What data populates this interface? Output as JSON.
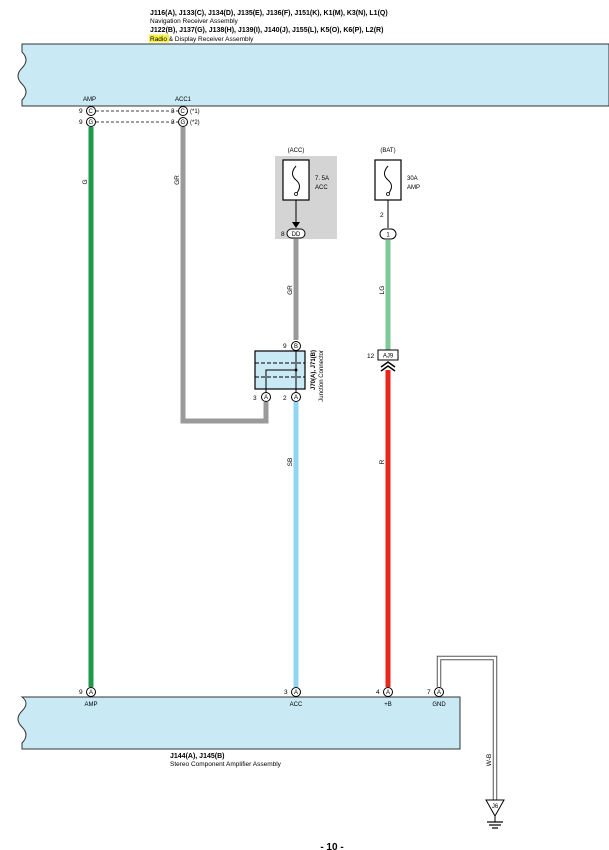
{
  "header": {
    "line1": "J116(A), J133(C), J134(D), J135(E), J136(F), J151(K), K1(M), K3(N), L1(Q)",
    "line2": "Navigation Receiver Assembly",
    "line3": "J122(B), J137(G), J138(H), J139(I), J140(J), J155(L), K5(O), K6(P), L2(R)",
    "line4_highlight": "Radio",
    "line4_rest": " & Display Receiver Assembly"
  },
  "top_assembly": {
    "pin_names": {
      "amp": "AMP",
      "acc1": "ACC1"
    },
    "left_pins": [
      {
        "num": "9",
        "connector": "C"
      },
      {
        "num": "9",
        "connector": "G"
      }
    ],
    "right_pins": [
      {
        "num": "3",
        "connector": "C",
        "note": "(*1)"
      },
      {
        "num": "3",
        "connector": "G",
        "note": "(*2)"
      }
    ]
  },
  "wires": {
    "amp": {
      "label": "G",
      "color": "#1b9a4a"
    },
    "acc1": {
      "label": "GR",
      "color": "#9a9a9a"
    },
    "acc_fuse_out": {
      "label": "GR",
      "color": "#9a9a9a"
    },
    "acc_out": {
      "label": "SB",
      "color": "#8fd6f5"
    },
    "bat_fuse_out": {
      "label": "LG",
      "color": "#7fc999"
    },
    "bat_out": {
      "label": "R",
      "color": "#e8261c"
    },
    "ground": {
      "label": "W-B",
      "color": "#ffffff"
    }
  },
  "fuse_acc": {
    "source": "(ACC)",
    "rating": "7. 5A",
    "name": "ACC",
    "pin_num": "8",
    "connector": "DD",
    "bg_color": "#d4d4d4"
  },
  "fuse_bat": {
    "source": "(BAT)",
    "rating": "30A",
    "name": "AMP",
    "pin_num": "2",
    "connector": "1"
  },
  "junction": {
    "title_line1": "J70(A), J71(B)",
    "title_line2": "Junction Connector",
    "top_pin": {
      "num": "9",
      "connector": "B"
    },
    "bottom_left_pin": {
      "num": "3",
      "connector": "A"
    },
    "bottom_right_pin": {
      "num": "2",
      "connector": "A"
    },
    "bg_color": "#c9e9f5"
  },
  "inline_connector": {
    "num": "12",
    "connector": "AJ9"
  },
  "bottom_assembly": {
    "pins": [
      {
        "num": "9",
        "connector": "A",
        "name": "AMP"
      },
      {
        "num": "3",
        "connector": "A",
        "name": "ACC"
      },
      {
        "num": "4",
        "connector": "A",
        "name": "+B"
      },
      {
        "num": "7",
        "connector": "A",
        "name": "GND"
      }
    ],
    "title_line1": "J144(A), J145(B)",
    "title_line2": "Stereo Component Amplifier Assembly"
  },
  "ground_point": {
    "name": "J6"
  },
  "assembly_fill": "#c9e9f5",
  "page_number": "- 10 -"
}
